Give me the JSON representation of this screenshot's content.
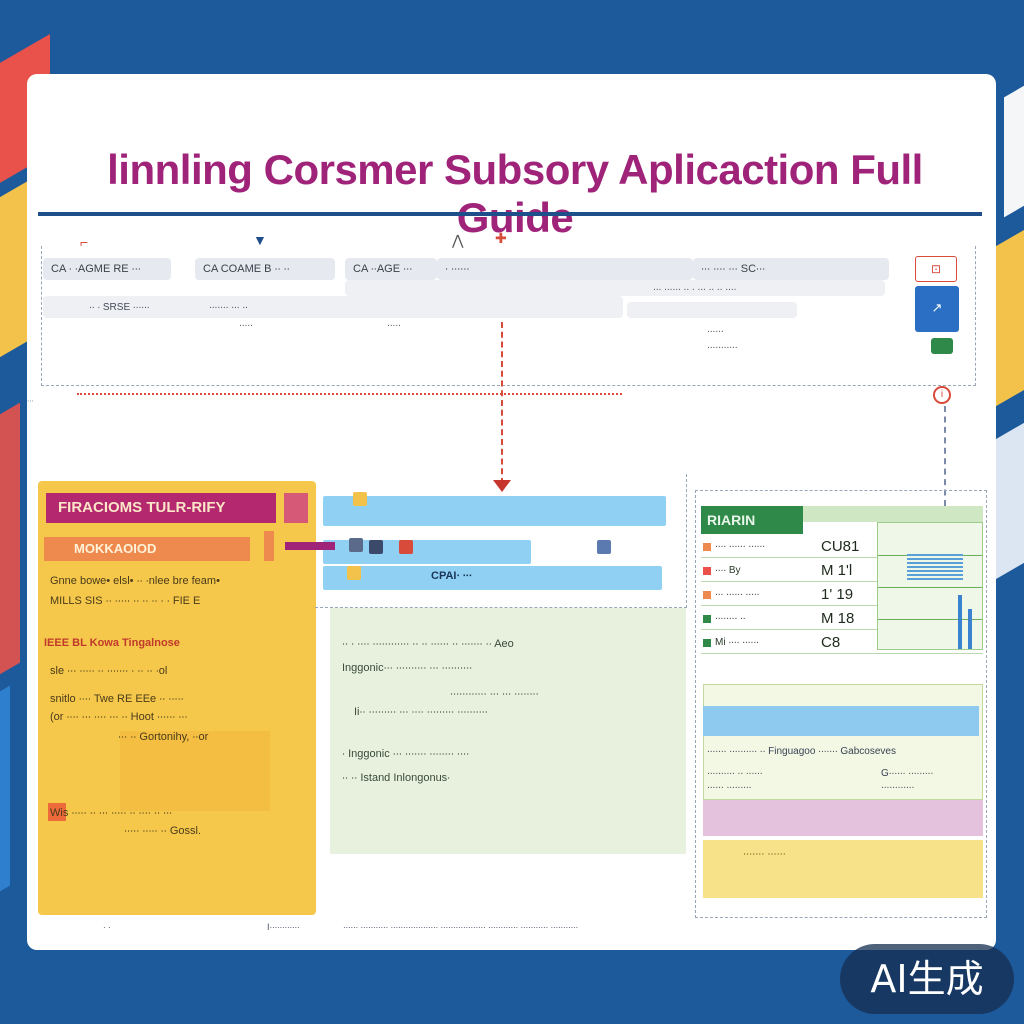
{
  "header": {
    "title": "linnling Corsmer Subsory Aplicaction Full Guide"
  },
  "top_bars": [
    {
      "label": "CA ∙ ∙AGME RE ∙∙∙"
    },
    {
      "label": "CA  COAME B ∙∙ ∙∙"
    },
    {
      "label": "CA  ∙∙AGE ∙∙∙"
    },
    {
      "label": "∙ ∙∙∙∙∙∙"
    },
    {
      "label": "∙∙∙ ∙∙∙∙  ∙∙∙ SC∙∙∙"
    }
  ],
  "top_labels": {
    "row2_a": "∙∙ ∙ SRSE ∙∙∙∙∙∙",
    "row2_b": "∙∙∙∙∙∙∙ ∙∙∙ ∙∙",
    "row2_c": "∙∙∙ ∙∙∙∙∙∙ ∙∙ ∙ ∙∙∙ ∙∙ ∙∙ ∙∙∙∙",
    "row3_a": "∙∙∙∙∙",
    "row3_b": "∙∙∙∙∙",
    "right_a": "∙∙∙∙∙∙",
    "right_b": "∙∙∙∙∙∙∙∙∙∙∙"
  },
  "yellow_panel": {
    "heading": "FIRACIOMS TULR-RIFY",
    "subheading": "MOKKAOIOD",
    "line1": "Gnne bowe• elsl• ∙∙ ∙nlee bre feam•",
    "line2": "MILLS SIS ∙∙ ∙∙∙∙∙ ∙∙ ∙∙ ∙∙ ∙ ∙ FIE E",
    "line3": "IEEE BL Kowa Tingalnose",
    "line4": "sle ∙∙∙ ∙∙∙∙∙ ∙∙ ∙∙∙∙∙∙∙ ∙ ∙∙ ∙∙ ∙ol",
    "line5": "snitlo ∙∙∙∙ Twe RE EEe ∙∙ ∙∙∙∙∙",
    "line6": "(or ∙∙∙∙ ∙∙∙ ∙∙∙∙ ∙∙∙ ∙∙ Hoot ∙∙∙∙∙∙ ∙∙∙",
    "line7": "∙∙∙ ∙∙ Gortonihy,  ∙∙or",
    "line8": "Wis ∙∙∙∙∙ ∙∙ ∙∙∙ ∙∙∙∙∙ ∙∙ ∙∙∙∙ ∙∙ ∙∙∙",
    "line9": "∙∙∙∙∙ ∙∙∙∙∙ ∙∙ Gossl."
  },
  "middle": {
    "bar_label": "CPAI∙ ∙∙∙",
    "green_lines": [
      "∙∙ ∙ ∙∙∙∙ ∙∙∙∙∙∙∙∙∙∙∙∙ ∙∙ ∙∙ ∙∙∙∙∙∙ ∙∙ ∙∙∙∙∙∙∙ ∙∙ Aeo",
      "Inggonic∙∙∙ ∙∙∙∙∙∙∙∙∙∙ ∙∙∙ ∙∙∙∙∙∙∙∙∙∙",
      "∙∙∙∙∙∙∙∙∙∙∙∙ ∙∙∙ ∙∙∙ ∙∙∙∙∙∙∙∙",
      "Ii∙∙ ∙∙∙∙∙∙∙∙∙ ∙∙∙ ∙∙∙∙ ∙∙∙∙∙∙∙∙∙ ∙∙∙∙∙∙∙∙∙∙",
      "∙ Inggonic ∙∙∙ ∙∙∙∙∙∙∙ ∙∙∙∙∙∙∙∙ ∙∙∙∙",
      "∙∙ ∙∙ Istand Inlongonus∙"
    ]
  },
  "right_table": {
    "heading": "RIARIN",
    "rows": [
      {
        "label": "∙∙∙∙ ∙∙∙∙∙∙ ∙∙∙∙∙∙",
        "value": "CU81",
        "color": "#ef8a4f"
      },
      {
        "label": "∙∙∙∙ By",
        "value": "M 1'l",
        "color": "#e8524a"
      },
      {
        "label": "∙∙∙ ∙∙∙∙∙∙ ∙∙∙∙∙",
        "value": "1' 19",
        "color": "#ef8a4f"
      },
      {
        "label": "∙∙∙∙∙∙∙∙ ∙∙",
        "value": "M 18",
        "color": "#2f8a4a"
      },
      {
        "label": "Mi ∙∙∙∙ ∙∙∙∙∙∙",
        "value": "C8",
        "color": "#2f8a4a"
      }
    ]
  },
  "right_cards": {
    "line1": "∙∙∙∙∙∙∙ ∙∙∙∙∙∙∙∙∙∙ ∙∙ Finguagoo ∙∙∙∙∙∙∙ Gabcoseves",
    "line2": "∙∙∙∙∙∙∙∙∙∙ ∙∙ ∙∙∙∙∙∙",
    "line3": "G∙∙∙∙∙∙ ∙∙∙∙∙∙∙∙∙",
    "line4": "∙∙∙∙∙∙ ∙∙∙∙∙∙∙∙∙",
    "line5": "∙∙∙∙∙∙∙∙∙∙∙∙",
    "yellow_label": "∙∙∙∙∙∙∙ ∙∙∙∙∙∙"
  },
  "footer": {
    "left": "∙  ∙",
    "middle": "I∙∙∙∙∙∙∙∙∙∙∙∙",
    "right": "∙∙∙∙∙∙ ∙∙∙∙∙∙∙∙∙∙∙ ∙∙∙∙∙∙∙∙∙∙∙∙∙∙∙∙∙∙∙ ∙∙∙∙∙∙∙∙∙∙∙∙∙∙∙∙∙∙ ∙∙∙∙∙∙∙∙∙∙∙∙ ∙∙∙∙∙∙∙∙∙∙∙ ∙∙∙∙∙∙∙∙∙∙∙"
  },
  "badge": {
    "label": "AI生成"
  },
  "colors": {
    "background": "#1d5a9c",
    "title": "#a0237a",
    "yellow_panel": "#f5c84c",
    "table_green": "#2f8a4a",
    "accent_red": "#d84a3a"
  }
}
